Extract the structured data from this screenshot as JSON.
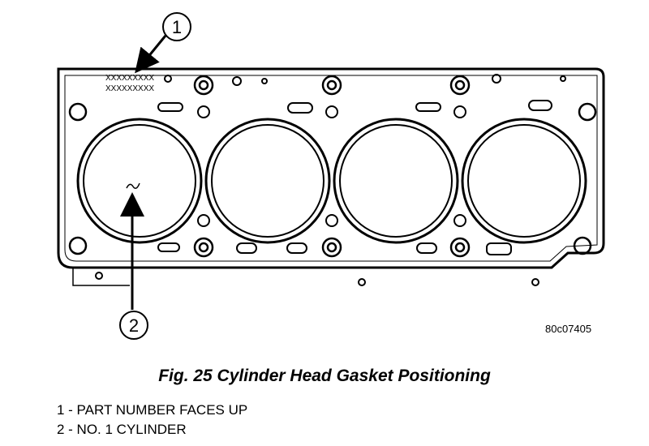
{
  "figure": {
    "callout_1": "1",
    "callout_2": "2",
    "part_number_line_1": "XXXXXXXXX",
    "part_number_line_2": "XXXXXXXXX",
    "ref_code": "80c07405"
  },
  "caption": "Fig. 25 Cylinder Head Gasket Positioning",
  "legend": [
    "1 - PART NUMBER FACES UP",
    "2 - NO. 1 CYLINDER"
  ]
}
